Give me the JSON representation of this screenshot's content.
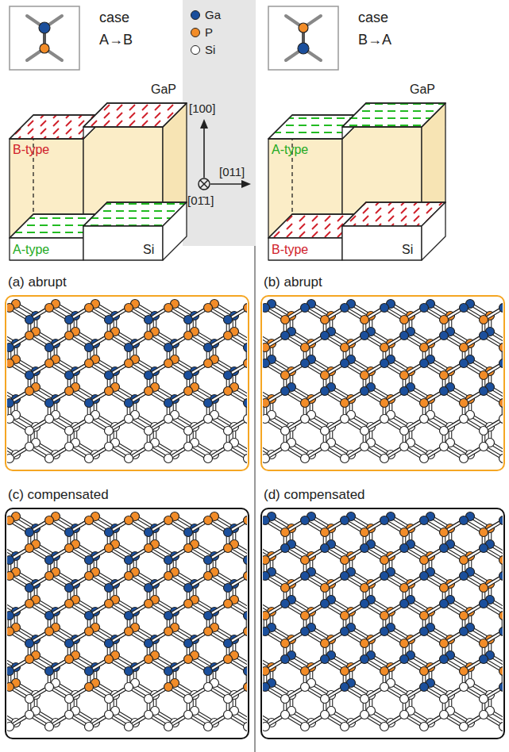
{
  "diagram": {
    "nodes": [
      {
        "text": [
          "(a) abrupt"
        ]
      },
      {
        "text": [
          "(b) abrupt"
        ]
      },
      {
        "text": [
          "(c) compensated"
        ]
      },
      {
        "text": [
          "(d) compensated"
        ]
      }
    ],
    "labels": [
      "case",
      "A→B",
      "GaP",
      "B-type",
      "A-type",
      "Si",
      "case",
      "B→A",
      "GaP",
      "A-type",
      "B-type",
      "Si",
      "[100]",
      "[011]",
      "[01̄1]"
    ],
    "legend": [
      {
        "text": "Ga",
        "color": "#1b4f9c"
      },
      {
        "text": "P",
        "color": "#f28c28"
      },
      {
        "text": "Si",
        "color": "#ffffff"
      }
    ]
  }
}
